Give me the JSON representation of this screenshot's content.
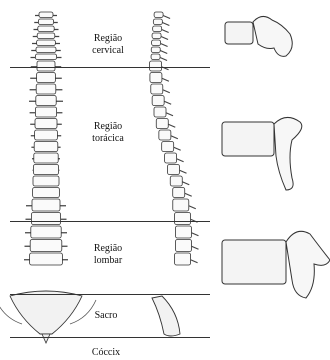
{
  "labels": {
    "cervical": [
      "Região",
      "cervical"
    ],
    "toracica": [
      "Região",
      "torácica"
    ],
    "lombar": [
      "Região",
      "lombar"
    ],
    "sacro": "Sacro",
    "coccix": "Cóccix"
  }
}
